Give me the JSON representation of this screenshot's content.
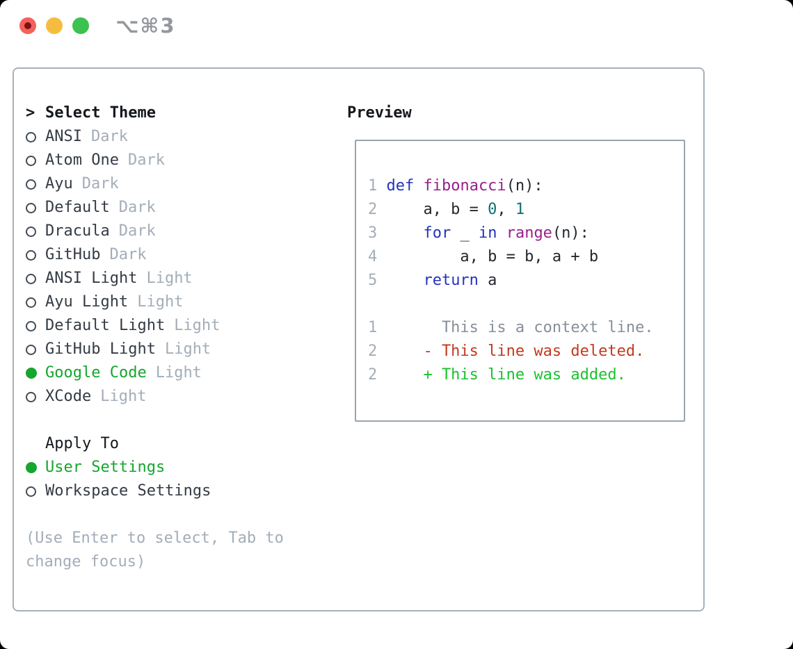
{
  "titlebar": {
    "shortcut": "⌥⌘3",
    "traffic_lights": [
      "close",
      "minimize",
      "zoom"
    ]
  },
  "colors": {
    "selection_green": "#16a52e",
    "diff_added_green": "#1ac12e",
    "diff_deleted_red": "#c23a1e",
    "muted_gray": "#a3adb8",
    "keyword_blue": "#2433bd",
    "function_purple": "#97218b",
    "number_teal": "#0e6f6f"
  },
  "theme_list": {
    "prompt": ">",
    "header": "Select Theme",
    "items": [
      {
        "name": "ANSI",
        "variant": "Dark",
        "selected": false
      },
      {
        "name": "Atom One",
        "variant": "Dark",
        "selected": false
      },
      {
        "name": "Ayu",
        "variant": "Dark",
        "selected": false
      },
      {
        "name": "Default",
        "variant": "Dark",
        "selected": false
      },
      {
        "name": "Dracula",
        "variant": "Dark",
        "selected": false
      },
      {
        "name": "GitHub",
        "variant": "Dark",
        "selected": false
      },
      {
        "name": "ANSI Light",
        "variant": "Light",
        "selected": false
      },
      {
        "name": "Ayu Light",
        "variant": "Light",
        "selected": false
      },
      {
        "name": "Default Light",
        "variant": "Light",
        "selected": false
      },
      {
        "name": "GitHub Light",
        "variant": "Light",
        "selected": false
      },
      {
        "name": "Google Code",
        "variant": "Light",
        "selected": true
      },
      {
        "name": "XCode",
        "variant": "Light",
        "selected": false
      }
    ]
  },
  "apply_to": {
    "header": "Apply To",
    "items": [
      {
        "label": "User Settings",
        "selected": true
      },
      {
        "label": "Workspace Settings",
        "selected": false
      }
    ]
  },
  "help": {
    "lines": [
      "(Use Enter to select, Tab to",
      "change focus)"
    ]
  },
  "preview": {
    "title": "Preview",
    "code_lines": [
      {
        "num": "1",
        "tokens": [
          {
            "t": "def",
            "c": "kw"
          },
          {
            "t": " ",
            "c": "pl"
          },
          {
            "t": "fibonacci",
            "c": "fn"
          },
          {
            "t": "(n):",
            "c": "pl"
          }
        ]
      },
      {
        "num": "2",
        "tokens": [
          {
            "t": "    a, b = ",
            "c": "pl"
          },
          {
            "t": "0",
            "c": "num"
          },
          {
            "t": ", ",
            "c": "pl"
          },
          {
            "t": "1",
            "c": "num"
          }
        ]
      },
      {
        "num": "3",
        "tokens": [
          {
            "t": "    ",
            "c": "pl"
          },
          {
            "t": "for",
            "c": "kw"
          },
          {
            "t": " _ ",
            "c": "pl"
          },
          {
            "t": "in",
            "c": "kw"
          },
          {
            "t": " ",
            "c": "pl"
          },
          {
            "t": "range",
            "c": "fn"
          },
          {
            "t": "(n):",
            "c": "pl"
          }
        ]
      },
      {
        "num": "4",
        "tokens": [
          {
            "t": "        a, b = b, a + b",
            "c": "pl"
          }
        ]
      },
      {
        "num": "5",
        "tokens": [
          {
            "t": "    ",
            "c": "pl"
          },
          {
            "t": "return",
            "c": "kw"
          },
          {
            "t": " a",
            "c": "pl"
          }
        ]
      }
    ],
    "diff_lines": [
      {
        "num": "1",
        "text": "      This is a context line.",
        "type": "context"
      },
      {
        "num": "2",
        "text": "    - This line was deleted.",
        "type": "deleted"
      },
      {
        "num": "2",
        "text": "    + This line was added.",
        "type": "added"
      }
    ]
  }
}
